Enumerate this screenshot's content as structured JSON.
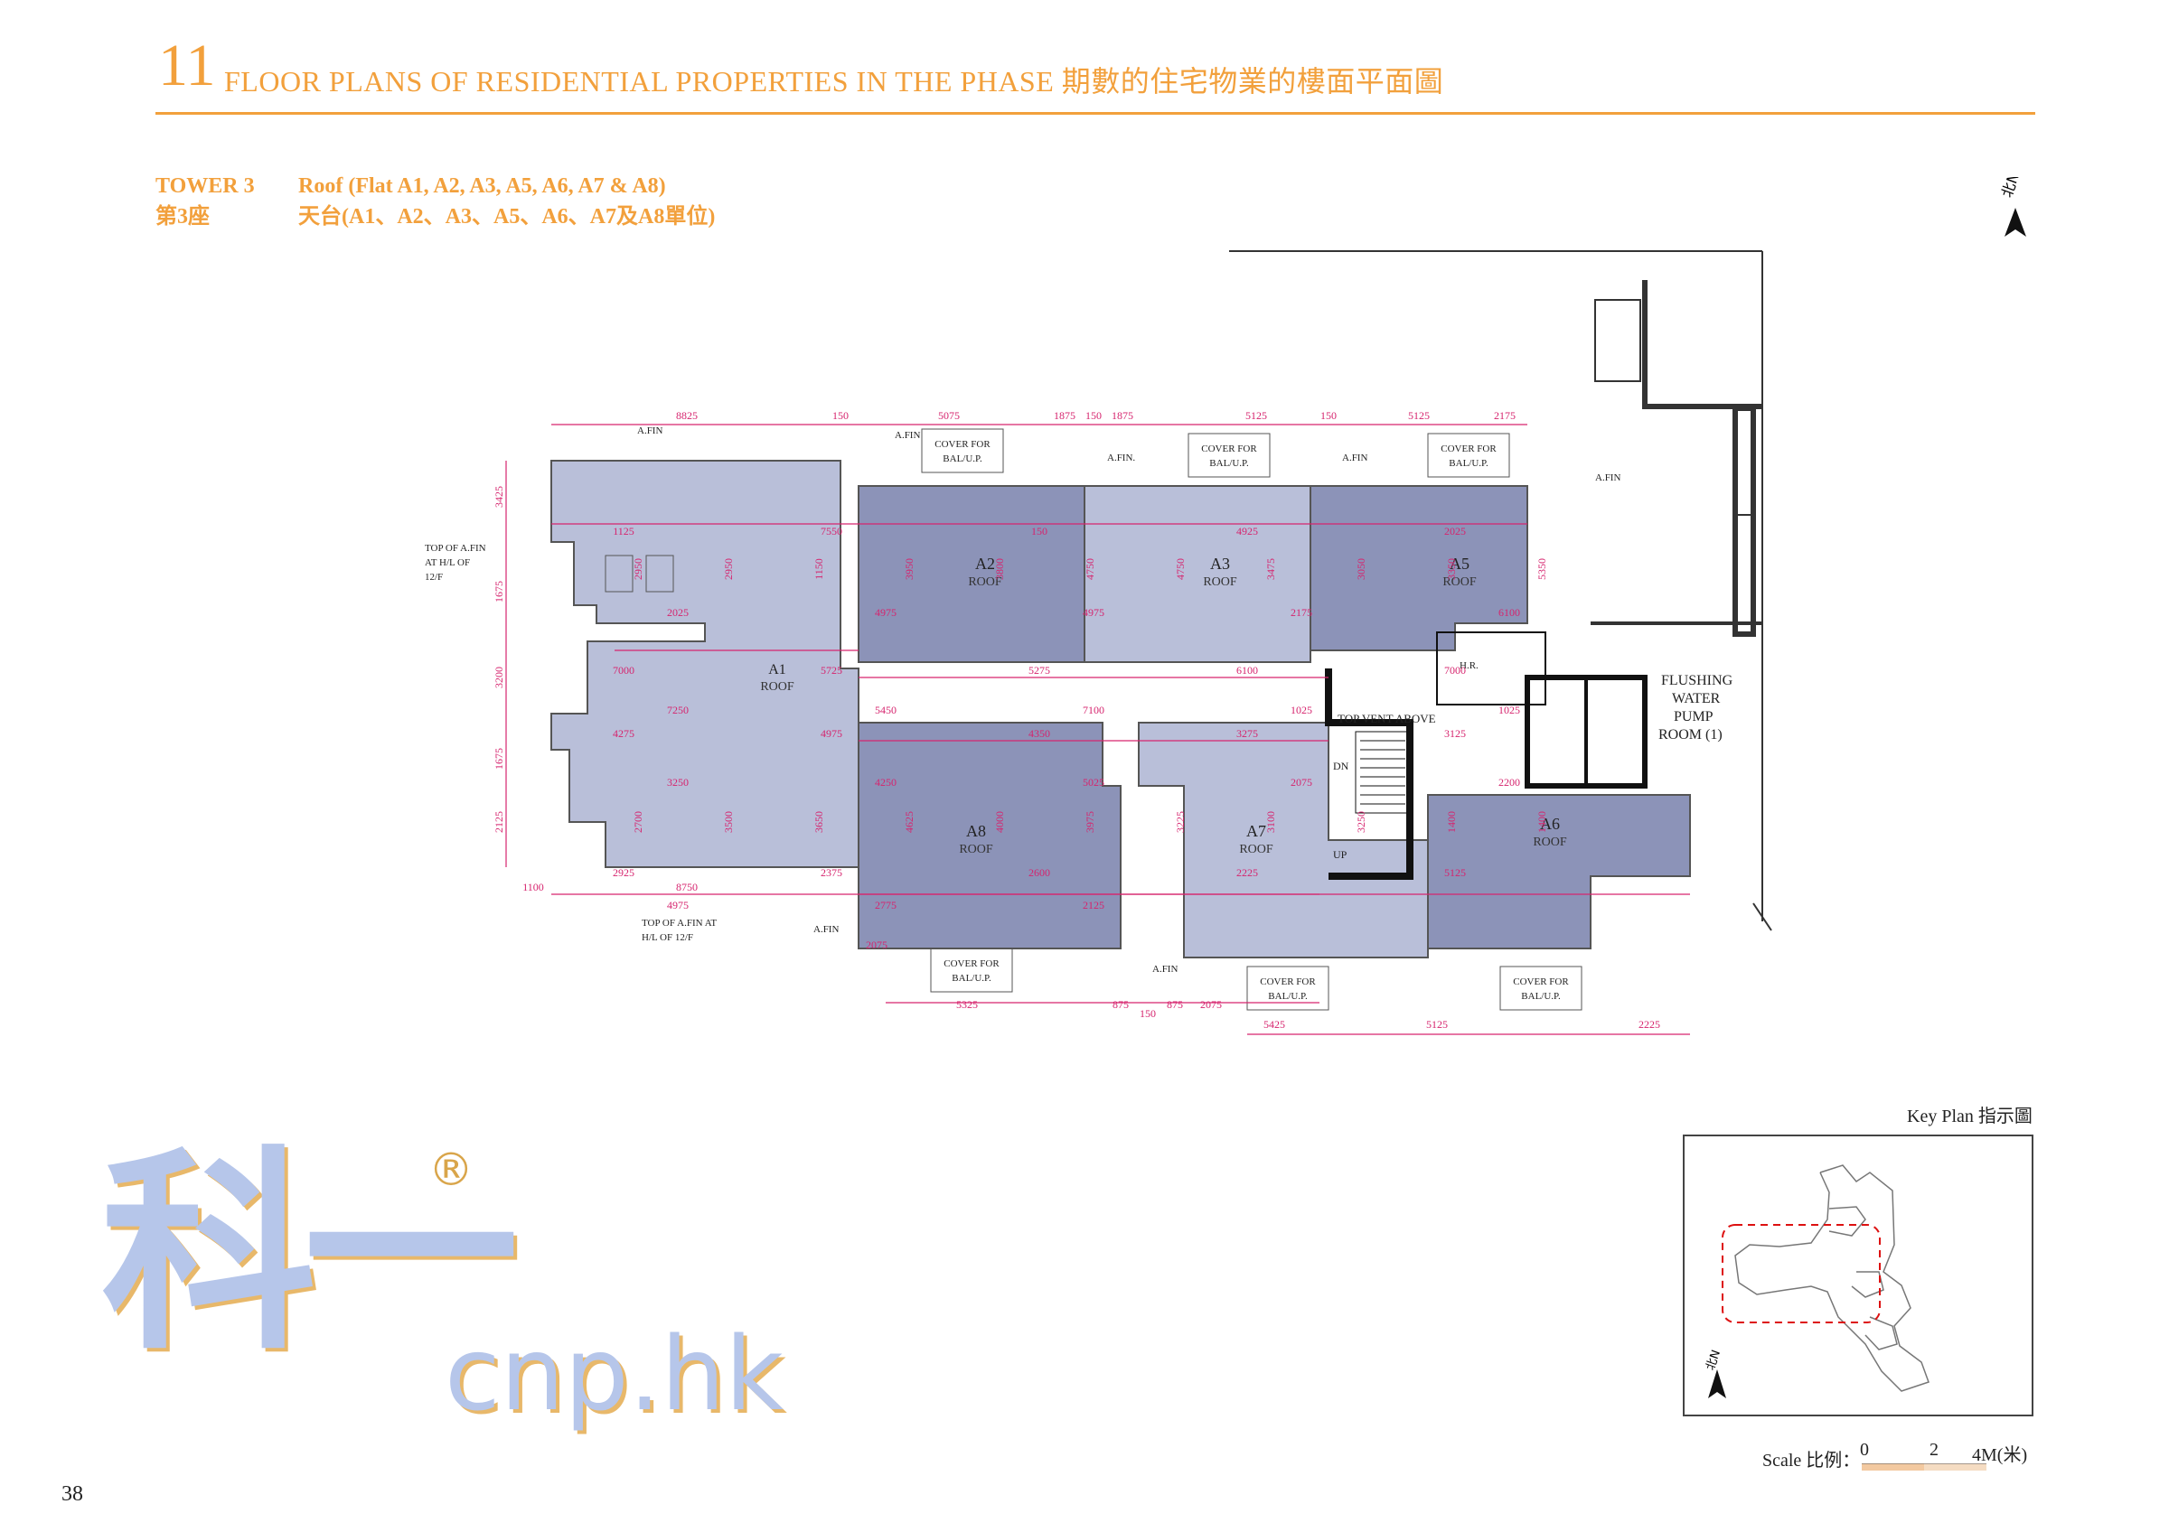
{
  "header": {
    "section_number": "11",
    "section_title": "FLOOR PLANS OF RESIDENTIAL PROPERTIES IN THE PHASE  期數的住宅物業的樓面平面圖"
  },
  "subheader": {
    "tower_en": "TOWER 3",
    "tower_zh": "第3座",
    "floor_en": "Roof (Flat A1, A2, A3, A5, A6, A7 & A8)",
    "floor_zh": "天台(A1、A2、A3、A5、A6、A7及A8單位)"
  },
  "north_label": "北N",
  "plan": {
    "units": [
      {
        "name": "A1",
        "label": "ROOF"
      },
      {
        "name": "A2",
        "label": "ROOF"
      },
      {
        "name": "A3",
        "label": "ROOF"
      },
      {
        "name": "A5",
        "label": "ROOF"
      },
      {
        "name": "A6",
        "label": "ROOF"
      },
      {
        "name": "A7",
        "label": "ROOF"
      },
      {
        "name": "A8",
        "label": "ROOF"
      }
    ],
    "notes": {
      "top_afin_left_1": "TOP OF A.FIN",
      "top_afin_left_2": "AT H/L OF",
      "top_afin_left_3": "12/F",
      "top_afin_bottom_1": "TOP OF A.FIN AT",
      "top_afin_bottom_2": "H/L OF 12/F",
      "afin": "A.FIN",
      "afin_dot": "A.FIN.",
      "cover_1": "COVER FOR",
      "cover_2": "BAL/U.P.",
      "top_vent": "TOP VENT ABOVE",
      "flushing_1": "FLUSHING",
      "flushing_2": "WATER",
      "flushing_3": "PUMP",
      "flushing_4": "ROOM (1)",
      "dn": "DN",
      "up": "UP",
      "hr": "H.R."
    },
    "dims_top": [
      "8825",
      "150",
      "5075",
      "1875",
      "150",
      "1875",
      "5125",
      "150",
      "5125",
      "2175"
    ],
    "dims_bottom": [
      "1100",
      "8750",
      "2075",
      "5325",
      "875",
      "150",
      "875",
      "2075",
      "5425",
      "5125",
      "2225"
    ],
    "dims_inner": [
      "1125",
      "7550",
      "150",
      "4925",
      "2025",
      "2025",
      "4975",
      "4975",
      "2175",
      "6100",
      "7000",
      "5725",
      "5275",
      "6100",
      "7000",
      "7250",
      "5450",
      "7100",
      "1025",
      "1025",
      "4275",
      "4975",
      "4350",
      "3275",
      "3125",
      "3250",
      "4250",
      "5025",
      "2075",
      "2200",
      "2925",
      "2375",
      "2600",
      "2225",
      "5125",
      "4975",
      "2775",
      "2125"
    ],
    "dims_left": [
      "3425",
      "1675",
      "3200",
      "1675",
      "2125"
    ],
    "dims_vertical": [
      "2950",
      "2950",
      "1150",
      "3950",
      "3800",
      "4750",
      "4750",
      "3475",
      "3050",
      "3350",
      "5350",
      "2700",
      "3500",
      "3650",
      "4625",
      "4000",
      "3975",
      "3225",
      "3100",
      "3250",
      "1400",
      "1400"
    ]
  },
  "key_plan": {
    "label": "Key Plan 指示圖",
    "north_label": "北N"
  },
  "scale": {
    "label": "Scale 比例：",
    "tick_0": "0",
    "tick_2": "2",
    "tick_4": "4M(米)"
  },
  "watermark": {
    "brand_zh": "科一",
    "registered": "®",
    "url": "cnp.hk"
  },
  "page_number": "38",
  "colors": {
    "accent_orange": "#f2a03c",
    "dimension_red": "#d6246e",
    "roof_light": "#b9bfd9",
    "roof_dark": "#8c93b8",
    "watermark_blue": "#b6c6ea"
  }
}
